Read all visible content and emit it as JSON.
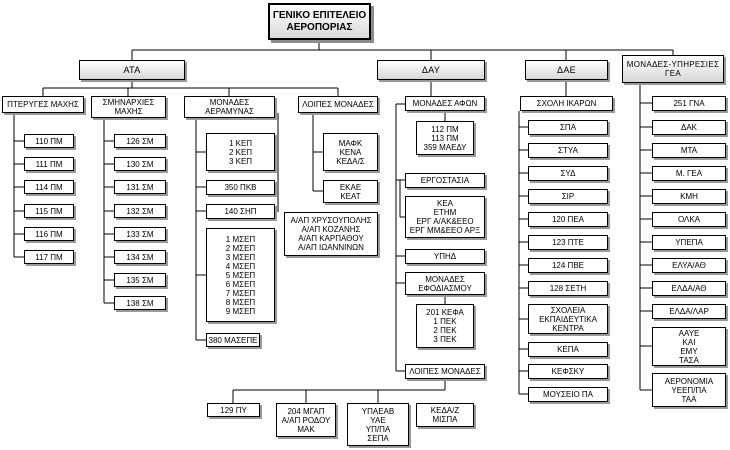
{
  "root": "ΓΕΝΙΚΟ ΕΠΙΤΕΛΕΙΟ\nΑΕΡΟΠΟΡΙΑΣ",
  "sections": {
    "ata": "ΑΤΑ",
    "day": "ΔΑΥ",
    "dae": "ΔΑΕ",
    "mon": "ΜΟΝΑΔΕΣ-ΥΠΗΡΕΣΙΕΣ\nΓΕΑ"
  },
  "ata": {
    "pteryges": {
      "title": "ΠΤΕΡΥΓΕΣ ΜΑΧΗΣ",
      "items": [
        "110 ΠΜ",
        "111 ΠΜ",
        "114 ΠΜ",
        "115 ΠΜ",
        "116 ΠΜ",
        "117 ΠΜ"
      ]
    },
    "sminarxies": {
      "title": "ΣΜΗΝΑΡΧΙΕΣ\nΜΑΧΗΣ",
      "items": [
        "126 ΣΜ",
        "130 ΣΜ",
        "131 ΣΜ",
        "132 ΣΜ",
        "133 ΣΜ",
        "134 ΣΜ",
        "135 ΣΜ",
        "138 ΣΜ"
      ]
    },
    "aeramynas": {
      "title": "ΜΟΝΑΔΕΣ\nΑΕΡΑΜΥΝΑΣ",
      "kep": "1 ΚΕΠ\n2 ΚΕΠ\n3 ΚΕΠ",
      "pkv": "350 ΠΚΒ",
      "ship": "140 ΣΗΠ",
      "msep": "1 ΜΣΕΠ\n2 ΜΣΕΠ\n3 ΜΣΕΠ\n4 ΜΣΕΠ\n5 ΜΣΕΠ\n6 ΜΣΕΠ\n7 ΜΣΕΠ\n8 ΜΣΕΠ\n9 ΜΣΕΠ",
      "masepe": "380 ΜΑΣΕΠΕ"
    },
    "loipes": {
      "title": "ΛΟΙΠΕΣ ΜΟΝΑΔΕΣ",
      "mafk": "ΜΑΦΚ\nΚΕΝΑ\nΚΕΔΑ/Σ",
      "ekae": "ΕΚΑΕ\nΚΕΑΤ",
      "airports": "Α/ΑΠ ΧΡΥΣΟΥΠΟΛΗΣ\nΑ/ΑΠ ΚΟΖΑΝΗΣ\nΑ/ΑΠ ΚΑΡΠΑΘΟΥ\nΑ/ΑΠ ΙΩΑΝΝΙΝΩΝ"
    }
  },
  "day": {
    "afon": "ΜΟΝΑΔΕΣ ΑΦΩΝ",
    "afon_list": "112 ΠΜ\n113 ΠΜ\n359 ΜΑΕΔΥ",
    "ergostasia": "ΕΡΓΟΣΤΑΣΙΑ",
    "erg_list": "ΚΕΑ\nΕΤΗΜ\nΕΡΓ Α/ΑΚ&ΕΕΟ\nΕΡΓ ΜΜ&ΕΕΟ ΑΡΞ",
    "ypid": "ΥΠΗΔ",
    "efod": "ΜΟΝΑΔΕΣ\nΕΦΟΔΙΑΣΜΟΥ",
    "efod_list": "201 ΚΕΦΑ\n1 ΠΕΚ\n2 ΠΕΚ\n3 ΠΕΚ",
    "loipes": "ΛΟΙΠΕΣ ΜΟΝΑΔΕΣ",
    "bottom": [
      "129 ΠΥ",
      "204 ΜΓΑΠ\nΑ/ΑΠ ΡΟΔΟΥ\nΜΑΚ",
      "ΥΠΑΕΑΒ\nΥΑΕ\nΥΠ/ΠΑ\nΣΕΠΑ",
      "ΚΕΔΑ/Ζ\nΜΙΣΠΑ"
    ]
  },
  "dae": [
    "ΣΧΟΛΗ ΙΚΑΡΩΝ",
    "ΣΠΑ",
    "ΣΤΥΑ",
    "ΣΥΔ",
    "ΣΙΡ",
    "120 ΠΕΑ",
    "123 ΠΤΕ",
    "124 ΠΒΕ",
    "128 ΣΕΤΗ",
    "ΣΧΟΛΕΙΑ\nΕΚΠΑΙΔΕΥΤΙΚΑ\nΚΕΝΤΡΑ",
    "ΚΕΠΑ",
    "ΚΕΦΣΚΥ",
    "ΜΟΥΣΕΙΟ ΠΑ"
  ],
  "mon": [
    "251 ΓΝΑ",
    "ΔΑΚ",
    "ΜΤΑ",
    "Μ. ΓΕΑ",
    "ΚΜΗ",
    "ΟΛΚΑ",
    "ΥΠΕΠΑ",
    "ΕΛΥΑ/ΑΘ",
    "ΕΛΔΑ/ΑΘ",
    "ΕΛΔΑ/ΛΑΡ",
    "ΑΑΥΕ\nΚΑΙ\nΕΜΥ\nΤΑΣΑ",
    "ΑΕΡΟΝΟΜΙΑ\nΥΕΕΠ/ΠΑ\nΤΑΑ"
  ]
}
